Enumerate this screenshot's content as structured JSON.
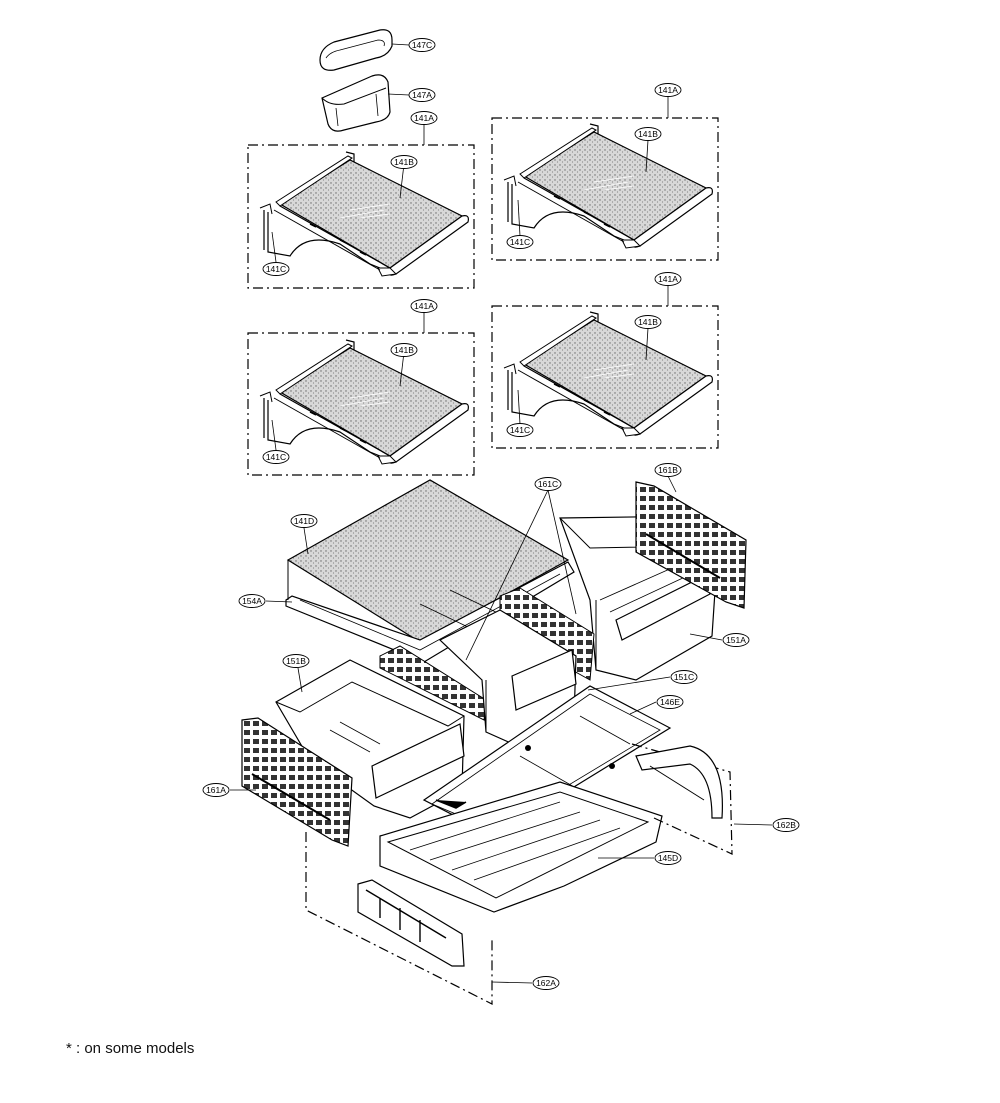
{
  "diagram": {
    "callouts": {
      "c147C": "147C",
      "c147A": "147A",
      "c141A_1": "141A",
      "c141B_1": "141B",
      "c141C_1": "141C",
      "c141A_2": "141A",
      "c141B_2": "141B",
      "c141C_2": "141C",
      "c141A_3": "141A",
      "c141B_3": "141B",
      "c141C_3": "141C",
      "c141A_4": "141A",
      "c141B_4": "141B",
      "c141C_4": "141C",
      "c161C": "161C",
      "c161B": "161B",
      "c141D": "141D",
      "c154A": "154A",
      "c151A": "151A",
      "c151B": "151B",
      "c151C": "151C",
      "c146E": "146E",
      "c161A": "161A",
      "c162B": "162B",
      "c145D": "145D",
      "c162A": "162A"
    }
  },
  "footnote": "* : on some models"
}
